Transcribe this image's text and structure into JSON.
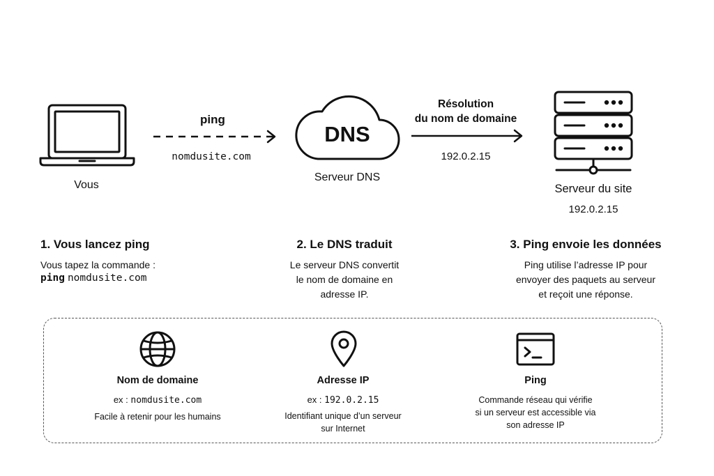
{
  "top": {
    "you_label": "Vous",
    "ping_label": "ping",
    "domain_mono": "nomdusite.com",
    "dns_badge": "DNS",
    "dns_server_label": "Serveur DNS",
    "resolution_line1": "Résolution",
    "resolution_line2": "du nom de domaine",
    "resolved_ip": "192.0.2.15",
    "site_server_label": "Serveur du site",
    "site_server_ip": "192.0.2.15"
  },
  "steps": [
    {
      "title": "1. Vous lancez ping",
      "line1": "Vous tapez la commande :",
      "cmd_prefix": "ping",
      "cmd_arg": "nomdusite.com"
    },
    {
      "title": "2. Le DNS traduit",
      "line1": "Le serveur DNS convertit",
      "line2": "le nom de domaine en",
      "line3": "adresse IP."
    },
    {
      "title": "3. Ping envoie les données",
      "line1": "Ping utilise l’adresse IP pour",
      "line2": "envoyer des paquets au serveur",
      "line3": "et reçoit une réponse."
    }
  ],
  "legend": [
    {
      "icon": "globe-icon",
      "title": "Nom de domaine",
      "ex_prefix": "ex :",
      "ex_value": "nomdusite.com",
      "line1": "Facile à retenir pour les humains"
    },
    {
      "icon": "location-pin-icon",
      "title": "Adresse IP",
      "ex_prefix": "ex :",
      "ex_value": "192.0.2.15",
      "line1": "Identifiant unique d’un serveur",
      "line2": "sur Internet"
    },
    {
      "icon": "terminal-icon",
      "title": "Ping",
      "line1": "Commande réseau qui vérifie",
      "line2": "si un serveur est accessible via",
      "line3": "son adresse IP"
    }
  ]
}
